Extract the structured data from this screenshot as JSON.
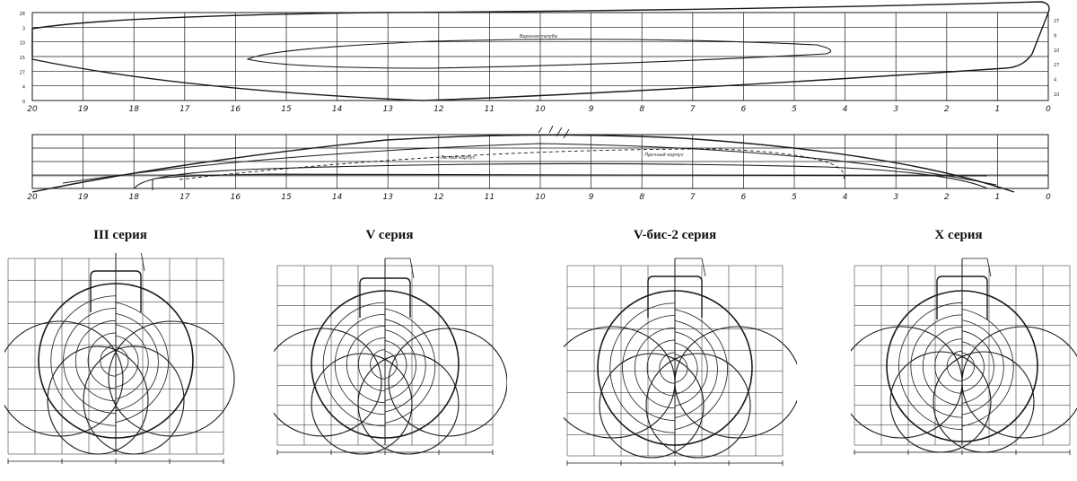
{
  "colors": {
    "line": "#1a1a1a",
    "paper": "#ffffff"
  },
  "plan": {
    "stations": [
      "20",
      "19",
      "18",
      "17",
      "16",
      "15",
      "14",
      "13",
      "12",
      "11",
      "10",
      "9",
      "8",
      "7",
      "6",
      "5",
      "4",
      "3",
      "2",
      "1",
      "0"
    ],
    "left_ticks": [
      "28",
      "3",
      "10",
      "15",
      "27",
      "4",
      "0"
    ],
    "right_ticks": [
      "27",
      "9",
      "10",
      "27",
      "4",
      "10"
    ],
    "inner_label": "Верхняя палуба"
  },
  "profile": {
    "stations": [
      "20",
      "19",
      "18",
      "17",
      "16",
      "15",
      "14",
      "13",
      "12",
      "11",
      "10",
      "9",
      "8",
      "7",
      "6",
      "5",
      "4",
      "3",
      "2",
      "1",
      "0"
    ],
    "deck_label": "Легкий корпус",
    "keel_label": "Прочный корпус"
  },
  "sections": [
    {
      "title": "III серия"
    },
    {
      "title": "V серия"
    },
    {
      "title": "V-бис-2 серия"
    },
    {
      "title": "X серия"
    }
  ]
}
